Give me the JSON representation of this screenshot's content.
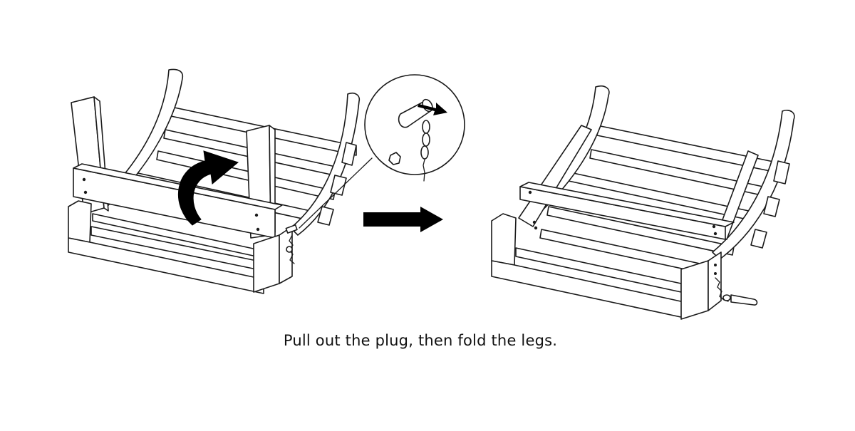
{
  "caption": "Pull out the plug, then fold the legs.",
  "colors": {
    "ink": "#1a1a1a",
    "background": "#ffffff"
  },
  "steps": [
    {
      "state": "legs-unfolded",
      "icons": [
        "curved-rotate-arrow-icon",
        "plug-zoom-callout"
      ]
    },
    {
      "state": "legs-folded",
      "icons": [
        "plug-pulled-out"
      ]
    }
  ],
  "transition_icon": "right-arrow-icon"
}
